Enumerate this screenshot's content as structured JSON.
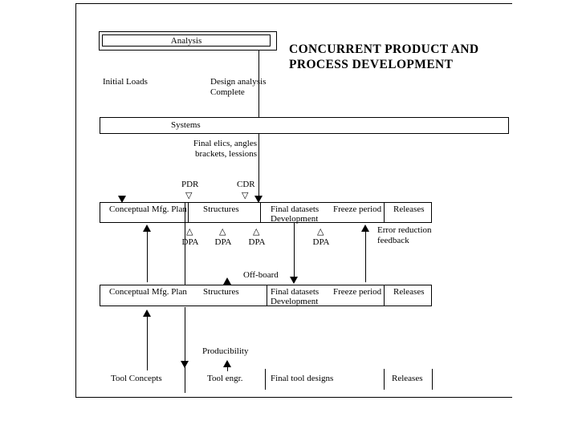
{
  "colors": {
    "ink": "#000000",
    "paper": "#ffffff"
  },
  "title": {
    "line1": "CONCURRENT PRODUCT AND",
    "line2": "PROCESS DEVELOPMENT"
  },
  "bars": {
    "analysis": "Analysis",
    "systems": "Systems"
  },
  "annotations": {
    "initial_loads": "Initial Loads",
    "design_analysis_line1": "Design analysis",
    "design_analysis_line2": "Complete",
    "final_notes_line1": "Final elics, angles",
    "final_notes_line2": "brackets, lessions",
    "error_feedback_line1": "Error reduction",
    "error_feedback_line2": "feedback",
    "offboard": "Off-board",
    "producibility": "Producibility"
  },
  "milestones": {
    "pdr": "PDR",
    "cdr": "CDR",
    "dpa": [
      "DPA",
      "DPA",
      "DPA",
      "DPA"
    ]
  },
  "design_row": {
    "plan": "Conceptual Mfg. Plan",
    "structures": "Structures",
    "datasets_line1": "Final datasets",
    "datasets_line2": "Development",
    "freeze": "Freeze period",
    "releases": "Releases"
  },
  "offboard_row": {
    "plan": "Conceptual Mfg. Plan",
    "structures": "Structures",
    "datasets_line1": "Final datasets",
    "datasets_line2": "Development",
    "freeze": "Freeze period",
    "releases": "Releases"
  },
  "tooling_row": {
    "concepts": "Tool Concepts",
    "engineering": "Tool engr.",
    "designs": "Final tool designs",
    "releases": "Releases"
  }
}
